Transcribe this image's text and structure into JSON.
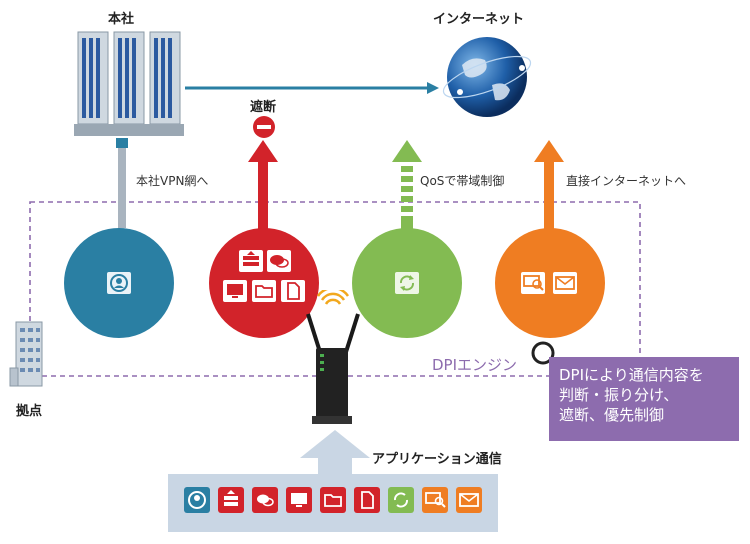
{
  "labels": {
    "hq": "本社",
    "internet": "インターネット",
    "block": "遮断",
    "hq_vpn": "本社VPN網へ",
    "qos": "QoSで帯域制御",
    "direct_internet": "直接インターネットへ",
    "branch": "拠点",
    "dpi_engine": "DPIエンジン",
    "app_comm": "アプリケーション通信"
  },
  "dpi_box": {
    "lines": [
      "DPIにより通信内容を",
      "判断・振り分け、",
      "遮断、優先制御"
    ]
  },
  "colors": {
    "blue": "#2a7fa3",
    "red": "#d2232a",
    "green": "#83bb52",
    "orange": "#ef7d22",
    "purple": "#8d6cae",
    "dashed": "#8d6cae",
    "appbar": "#c9d6e4"
  },
  "circle_icons": {
    "blue": [
      "contact-icon"
    ],
    "red": [
      "server-icon",
      "chat-icon",
      "monitor-icon",
      "folder-icon",
      "document-icon"
    ],
    "green": [
      "refresh-icon"
    ],
    "orange": [
      "search-monitor-icon",
      "mail-icon"
    ]
  },
  "app_icons": [
    "contact-icon",
    "server-icon",
    "chat-icon",
    "monitor-icon",
    "folder-icon",
    "document-icon",
    "refresh-icon",
    "search-monitor-icon",
    "mail-icon"
  ]
}
